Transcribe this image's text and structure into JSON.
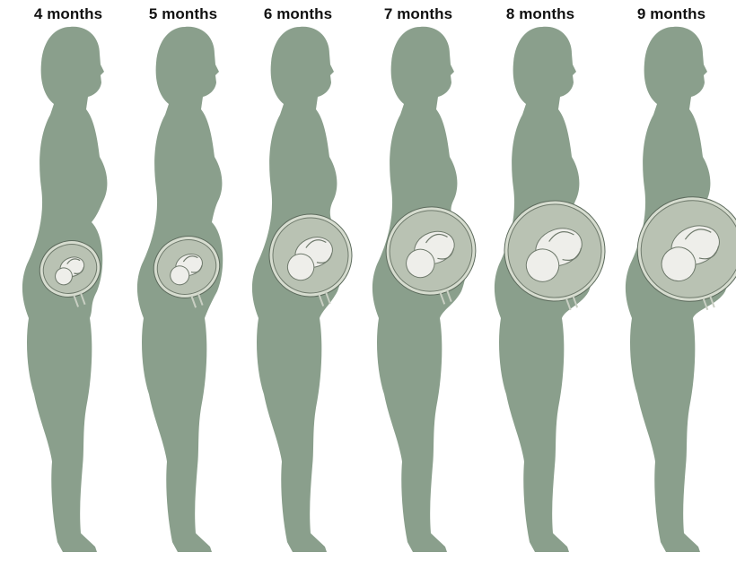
{
  "colors": {
    "silhouette": "#8a9f8c",
    "womb_wall": "#d6dccf",
    "amniotic": "#b9c2b3",
    "fetus": "#eeeeea",
    "fetus_line": "#6f7a6c",
    "label": "#111111"
  },
  "stages": [
    {
      "label": "4 months",
      "fetus_size": 0.35
    },
    {
      "label": "5 months",
      "fetus_size": 0.45
    },
    {
      "label": "6 months",
      "fetus_size": 0.6
    },
    {
      "label": "7 months",
      "fetus_size": 0.7
    },
    {
      "label": "8 months",
      "fetus_size": 0.82
    },
    {
      "label": "9 months",
      "fetus_size": 1.0
    }
  ]
}
